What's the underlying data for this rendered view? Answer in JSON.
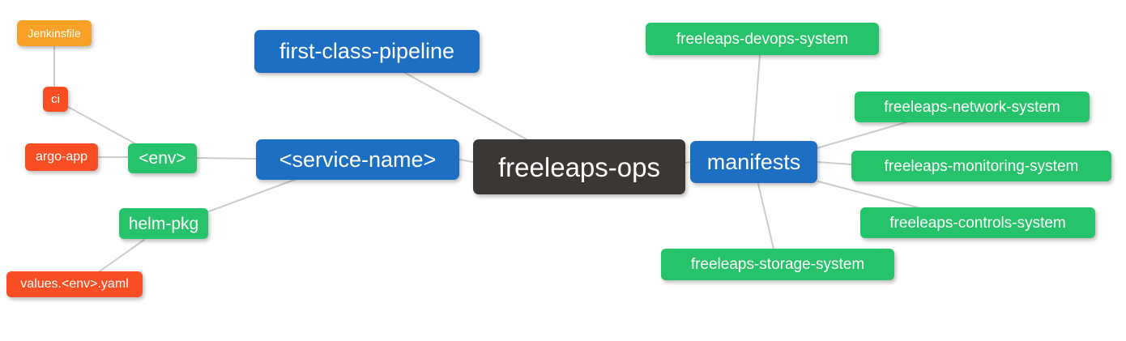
{
  "diagram": {
    "type": "mindmap",
    "root": "freeleaps_ops",
    "palette": {
      "branch_blue": "#1d6fc4",
      "leaf_green": "#27c36b",
      "leaf_orange": "#f9a126",
      "leaf_red": "#f94d23",
      "root_dark": "#3b3735",
      "connector_gray": "#cbcbcb",
      "background": "#ffffff",
      "text": "#ffffff"
    },
    "nodes": {
      "jenkinsfile": {
        "label": "Jenkinsfile",
        "color": "#f9a126"
      },
      "ci": {
        "label": "ci",
        "color": "#f94d23"
      },
      "argo_app": {
        "label": "argo-app",
        "color": "#f94d23"
      },
      "env": {
        "label": "<env>",
        "color": "#27c36b"
      },
      "helm_pkg": {
        "label": "helm-pkg",
        "color": "#27c36b"
      },
      "values_env_yaml": {
        "label": "values.<env>.yaml",
        "color": "#f94d23"
      },
      "first_class_pipeline": {
        "label": "first-class-pipeline",
        "color": "#1d6fc4"
      },
      "service_name": {
        "label": "<service-name>",
        "color": "#1d6fc4"
      },
      "freeleaps_ops": {
        "label": "freeleaps-ops",
        "color": "#3b3735"
      },
      "manifests": {
        "label": "manifests",
        "color": "#1d6fc4"
      },
      "devops_system": {
        "label": "freeleaps-devops-system",
        "color": "#27c36b"
      },
      "network_system": {
        "label": "freeleaps-network-system",
        "color": "#27c36b"
      },
      "monitoring_system": {
        "label": "freeleaps-monitoring-system",
        "color": "#27c36b"
      },
      "controls_system": {
        "label": "freeleaps-controls-system",
        "color": "#27c36b"
      },
      "storage_system": {
        "label": "freeleaps-storage-system",
        "color": "#27c36b"
      }
    },
    "edges": [
      {
        "from": "jenkinsfile",
        "to": "ci"
      },
      {
        "from": "ci",
        "to": "env"
      },
      {
        "from": "argo_app",
        "to": "env"
      },
      {
        "from": "env",
        "to": "service_name"
      },
      {
        "from": "helm_pkg",
        "to": "service_name"
      },
      {
        "from": "values_env_yaml",
        "to": "helm_pkg"
      },
      {
        "from": "service_name",
        "to": "freeleaps_ops"
      },
      {
        "from": "first_class_pipeline",
        "to": "freeleaps_ops"
      },
      {
        "from": "freeleaps_ops",
        "to": "manifests"
      },
      {
        "from": "manifests",
        "to": "devops_system"
      },
      {
        "from": "manifests",
        "to": "network_system"
      },
      {
        "from": "manifests",
        "to": "monitoring_system"
      },
      {
        "from": "manifests",
        "to": "controls_system"
      },
      {
        "from": "manifests",
        "to": "storage_system"
      }
    ]
  }
}
